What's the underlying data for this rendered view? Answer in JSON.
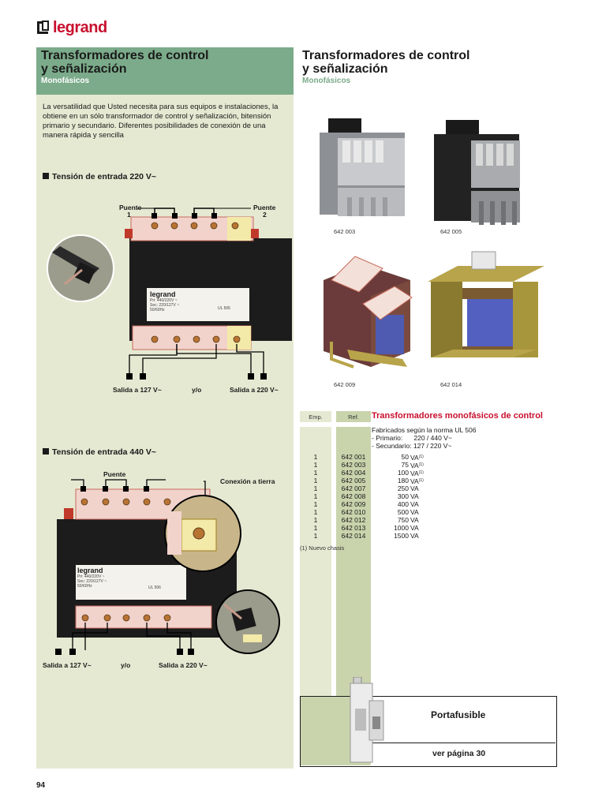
{
  "brand": {
    "name": "legrand"
  },
  "left": {
    "title_line1": "Transformadores de control",
    "title_line2": "y señalización",
    "subtitle": "Monofásicos",
    "intro": "La versatilidad que Usted necesita para sus equipos e instalaciones, la obtiene en un sólo transformador de control y señalización, bitensión primario y secundario. Diferentes posibilidades de conexión de una manera rápida y sencilla",
    "section1": {
      "heading": "Tensión de entrada 220 V~",
      "bridge1": "Puente",
      "bridge1_num": "1",
      "bridge2": "Puente",
      "bridge2_num": "2",
      "nameplate_brand": "legrand",
      "nameplate_line1": "Pri: 440/220V ~",
      "nameplate_line2": "Sec: 220/127V ~",
      "nameplate_line3": "50/60Hz",
      "nameplate_ul": "UL 506",
      "out_left": "Salida a 127 V~",
      "out_mid": "y/o",
      "out_right": "Salida a 220 V~"
    },
    "section2": {
      "heading": "Tensión de entrada 440 V~",
      "bridge": "Puente",
      "ground": "Conexión a tierra",
      "nameplate_brand": "legrand",
      "nameplate_line1": "Pri: 440/220V ~",
      "nameplate_line2": "Sec: 220/127V ~",
      "nameplate_line3": "50/60Hz",
      "nameplate_ul": "UL 506",
      "out_left": "Salida a 127 V~",
      "out_mid": "y/o",
      "out_right": "Salida a 220 V~"
    }
  },
  "right": {
    "title_line1": "Transformadores de control",
    "title_line2": "y señalización",
    "subtitle": "Monofásicos",
    "products": [
      {
        "ref": "642 003"
      },
      {
        "ref": "642 005"
      },
      {
        "ref": "642 009"
      },
      {
        "ref": "642 014"
      }
    ],
    "table": {
      "col_emp": "Emp.",
      "col_ref": "Ref.",
      "title": "Transformadores monofásicos de control",
      "desc_line1": "Fabricados según la norma UL 506",
      "desc_line2": "- Primario:      220 / 440 V~",
      "desc_line3": "- Secundario: 127 / 220 V~",
      "rows": [
        {
          "emp": "1",
          "ref": "642 001",
          "val": "50",
          "unit": "VA",
          "note": "(1)"
        },
        {
          "emp": "1",
          "ref": "642 003",
          "val": "75",
          "unit": "VA",
          "note": "(1)"
        },
        {
          "emp": "1",
          "ref": "642 004",
          "val": "100",
          "unit": "VA",
          "note": "(1)"
        },
        {
          "emp": "1",
          "ref": "642 005",
          "val": "180",
          "unit": "VA",
          "note": "(1)"
        },
        {
          "emp": "1",
          "ref": "642 007",
          "val": "250",
          "unit": "VA",
          "note": ""
        },
        {
          "emp": "1",
          "ref": "642 008",
          "val": "300",
          "unit": "VA",
          "note": ""
        },
        {
          "emp": "1",
          "ref": "642 009",
          "val": "400",
          "unit": "VA",
          "note": ""
        },
        {
          "emp": "1",
          "ref": "642 010",
          "val": "500",
          "unit": "VA",
          "note": ""
        },
        {
          "emp": "1",
          "ref": "642 012",
          "val": "750",
          "unit": "VA",
          "note": ""
        },
        {
          "emp": "1",
          "ref": "642 013",
          "val": "1000",
          "unit": "VA",
          "note": ""
        },
        {
          "emp": "1",
          "ref": "642 014",
          "val": "1500",
          "unit": "VA",
          "note": ""
        }
      ],
      "footnote": "(1) Nuevo chasis"
    },
    "portafusible": {
      "title": "Portafusible",
      "link": "ver página 30"
    }
  },
  "page": {
    "number": "94"
  },
  "colors": {
    "brand_red": "#c8102e",
    "header_green": "#7bab8a",
    "panel_beige": "#e6e9d2",
    "ref_green": "#c9d4ad"
  }
}
